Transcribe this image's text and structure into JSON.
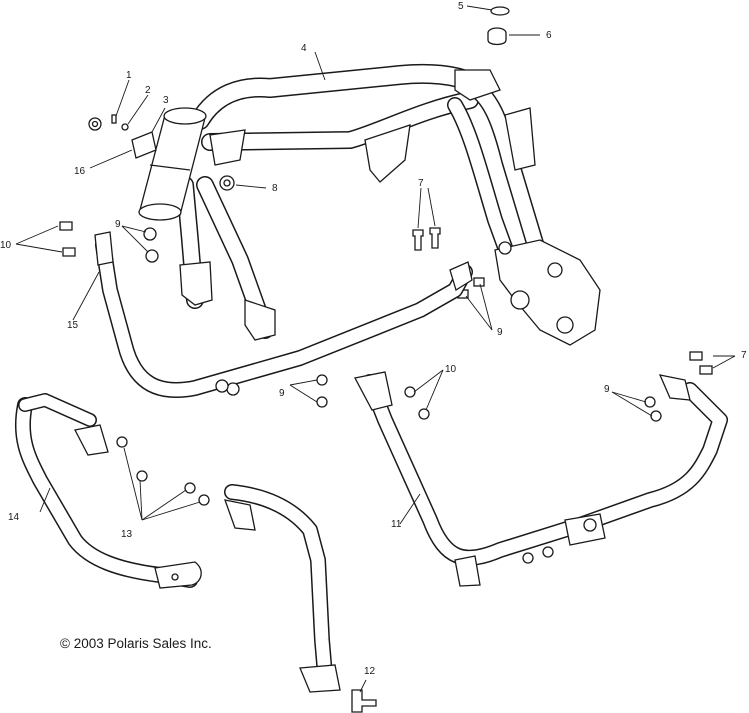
{
  "callouts": {
    "c1": "1",
    "c2": "2",
    "c3": "3",
    "c4": "4",
    "c5": "5",
    "c6": "6",
    "c7a": "7",
    "c7b": "7",
    "c8": "8",
    "c9a": "9",
    "c9b": "9",
    "c9c": "9",
    "c9d": "9",
    "c10a": "10",
    "c10b": "10",
    "c11": "11",
    "c12": "12",
    "c13": "13",
    "c14": "14",
    "c15": "15",
    "c16": "16"
  },
  "copyright": "© 2003 Polaris Sales Inc."
}
